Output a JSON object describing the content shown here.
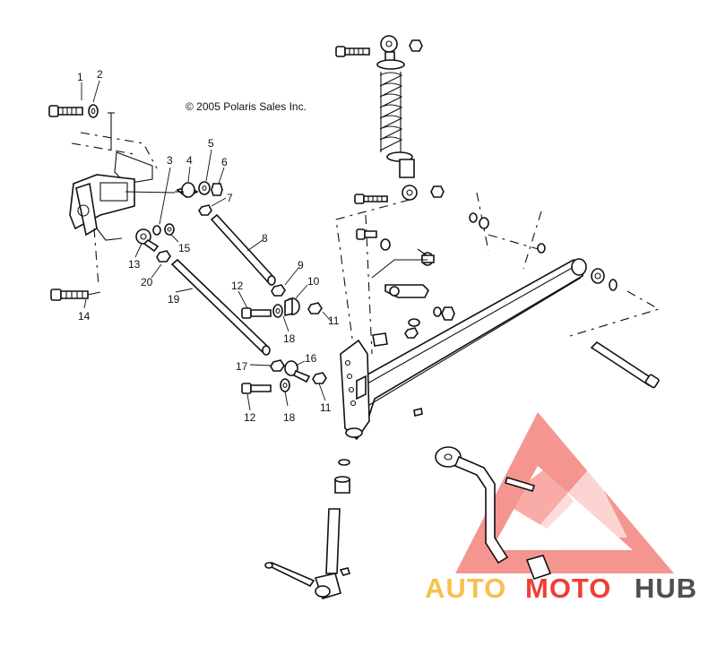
{
  "copyright": "© 2005 Polaris Sales Inc.",
  "callouts": [
    "1",
    "2",
    "3",
    "4",
    "5",
    "6",
    "7",
    "8",
    "9",
    "10",
    "11",
    "11",
    "12",
    "12",
    "13",
    "14",
    "15",
    "16",
    "17",
    "18",
    "18",
    "19",
    "20"
  ],
  "watermark": {
    "word_1": "AUTO",
    "word_2": "MOTO",
    "word_3": "HUB",
    "colors": {
      "auto": "#f6c04e",
      "moto": "#ee4037",
      "hub": "#4f4f4f",
      "logo": "#ee4037"
    }
  }
}
